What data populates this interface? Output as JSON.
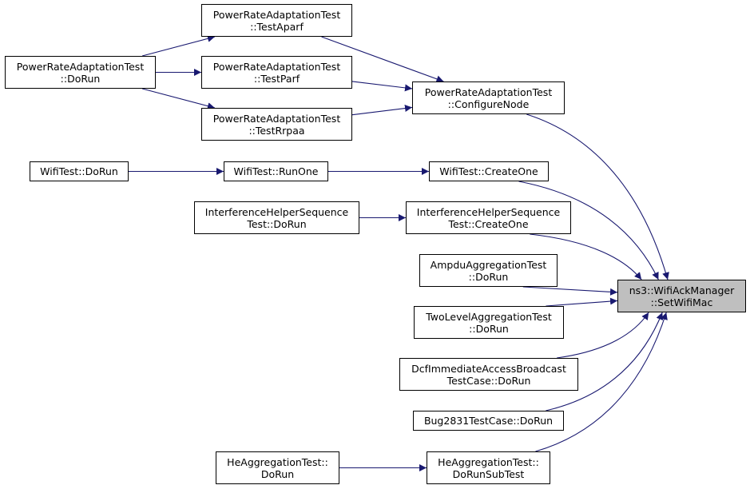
{
  "colors": {
    "edge": "#191970",
    "node_border": "#000000",
    "node_fill": "#ffffff",
    "focus_fill": "#bfbfbf"
  },
  "nodes": {
    "pra_dorun": {
      "lines": [
        "PowerRateAdaptationTest",
        "::DoRun"
      ]
    },
    "pra_testaparf": {
      "lines": [
        "PowerRateAdaptationTest",
        "::TestAparf"
      ]
    },
    "pra_testparf": {
      "lines": [
        "PowerRateAdaptationTest",
        "::TestParf"
      ]
    },
    "pra_testrrpaa": {
      "lines": [
        "PowerRateAdaptationTest",
        "::TestRrpaa"
      ]
    },
    "pra_configure": {
      "lines": [
        "PowerRateAdaptationTest",
        "::ConfigureNode"
      ]
    },
    "wifi_dorun": {
      "lines": [
        "WifiTest::DoRun"
      ]
    },
    "wifi_runone": {
      "lines": [
        "WifiTest::RunOne"
      ]
    },
    "wifi_createone": {
      "lines": [
        "WifiTest::CreateOne"
      ]
    },
    "ihs_dorun": {
      "lines": [
        "InterferenceHelperSequence",
        "Test::DoRun"
      ]
    },
    "ihs_createone": {
      "lines": [
        "InterferenceHelperSequence",
        "Test::CreateOne"
      ]
    },
    "ampdu_dorun": {
      "lines": [
        "AmpduAggregationTest",
        "::DoRun"
      ]
    },
    "twolevel_dorun": {
      "lines": [
        "TwoLevelAggregationTest",
        "::DoRun"
      ]
    },
    "dcf_dorun": {
      "lines": [
        "DcfImmediateAccessBroadcast",
        "TestCase::DoRun"
      ]
    },
    "bug2831_dorun": {
      "lines": [
        "Bug2831TestCase::DoRun"
      ]
    },
    "he_dorun": {
      "lines": [
        "HeAggregationTest::",
        "DoRun"
      ]
    },
    "he_dorunsubtest": {
      "lines": [
        "HeAggregationTest::",
        "DoRunSubTest"
      ]
    },
    "target": {
      "lines": [
        "ns3::WifiAckManager",
        "::SetWifiMac"
      ]
    }
  },
  "edges": [
    [
      "pra_dorun",
      "pra_testaparf"
    ],
    [
      "pra_dorun",
      "pra_testparf"
    ],
    [
      "pra_dorun",
      "pra_testrrpaa"
    ],
    [
      "pra_testaparf",
      "pra_configure"
    ],
    [
      "pra_testparf",
      "pra_configure"
    ],
    [
      "pra_testrrpaa",
      "pra_configure"
    ],
    [
      "pra_configure",
      "target"
    ],
    [
      "wifi_dorun",
      "wifi_runone"
    ],
    [
      "wifi_runone",
      "wifi_createone"
    ],
    [
      "wifi_createone",
      "target"
    ],
    [
      "ihs_dorun",
      "ihs_createone"
    ],
    [
      "ihs_createone",
      "target"
    ],
    [
      "ampdu_dorun",
      "target"
    ],
    [
      "twolevel_dorun",
      "target"
    ],
    [
      "dcf_dorun",
      "target"
    ],
    [
      "bug2831_dorun",
      "target"
    ],
    [
      "he_dorun",
      "he_dorunsubtest"
    ],
    [
      "he_dorunsubtest",
      "target"
    ]
  ]
}
